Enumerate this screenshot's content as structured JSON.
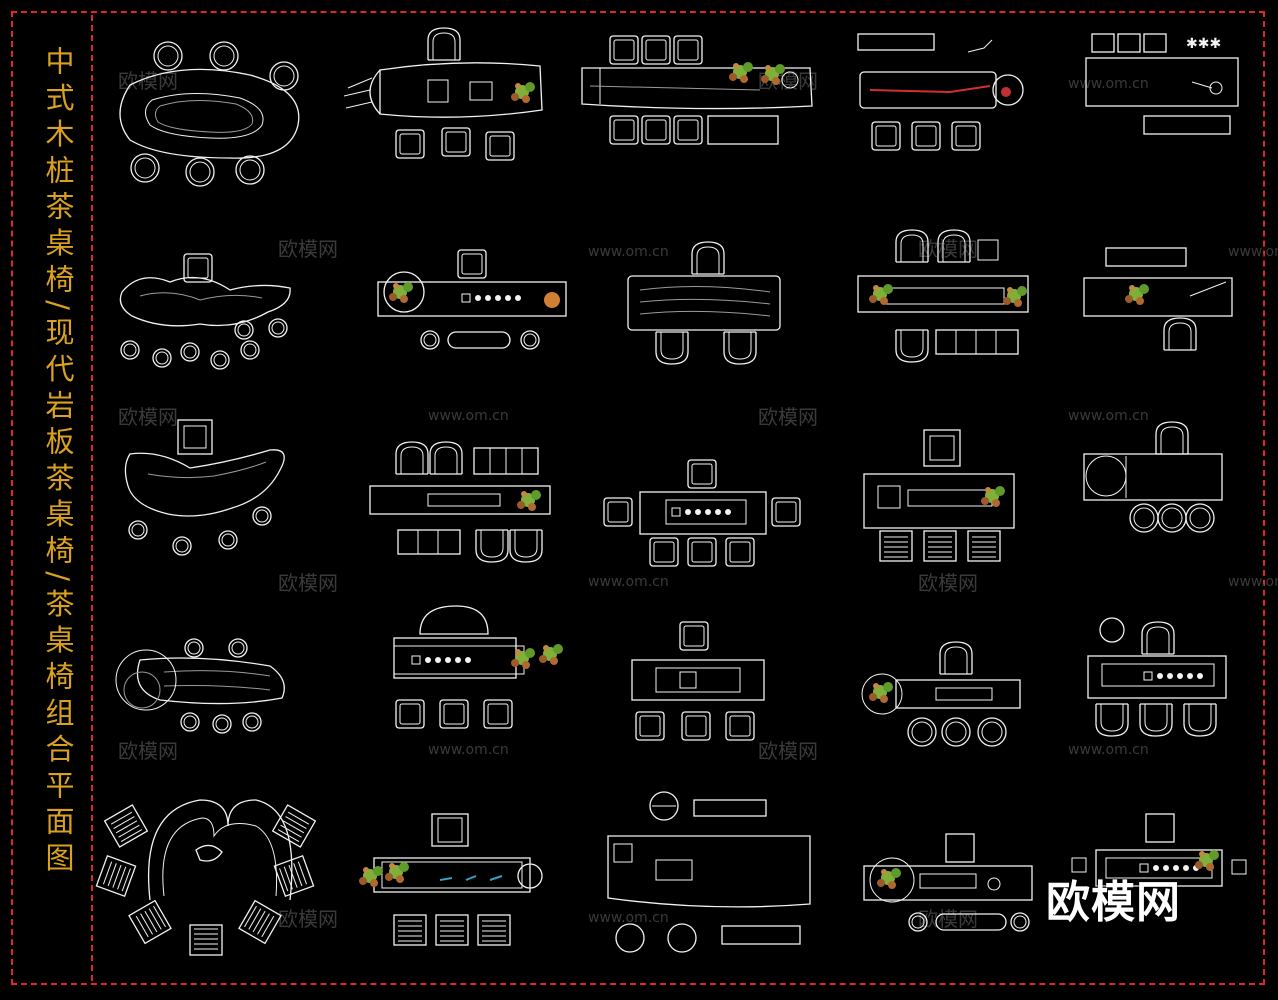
{
  "title": "中式木桩茶桌椅/现代岩板茶桌椅/茶桌椅组合平面图",
  "watermark_text": "欧模网",
  "watermark_url": "www.om.cn",
  "colors": {
    "background": "#000000",
    "frame": "#e0262b",
    "title": "#d9a11f",
    "lines": "#f2f2f2",
    "plant_green": "#7fb03a",
    "plant_brown": "#9c5a2a"
  }
}
